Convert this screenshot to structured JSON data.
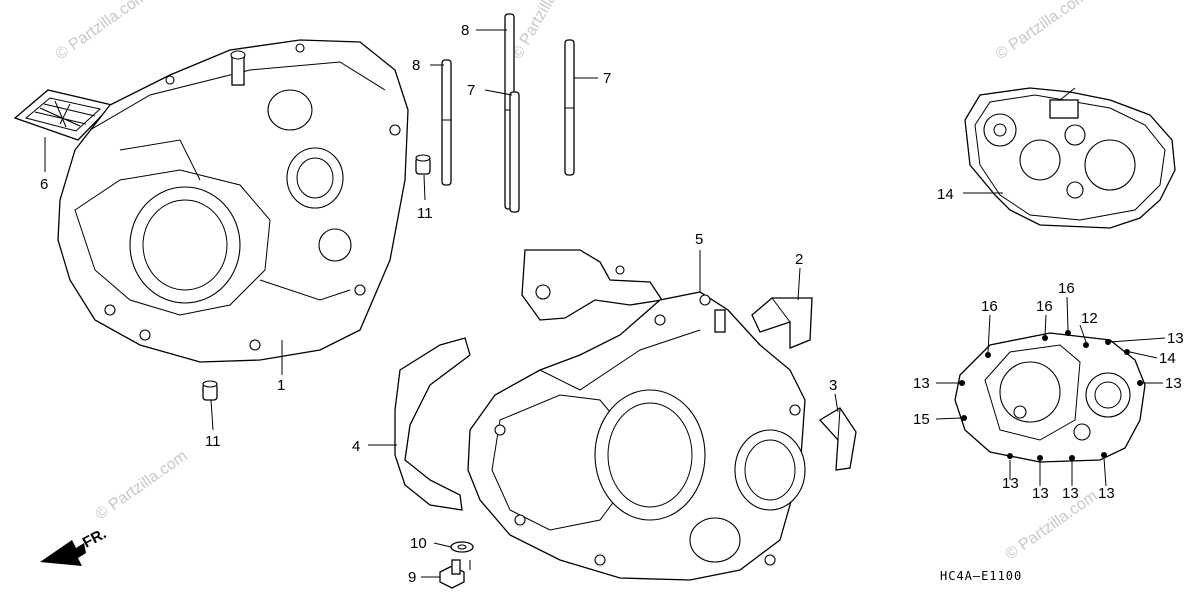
{
  "diagram": {
    "part_code": "HC4A–E1100",
    "direction_label": "FR.",
    "watermark_text": "© Partzilla.com",
    "callouts": [
      {
        "id": "c1",
        "text": "1"
      },
      {
        "id": "c2",
        "text": "2"
      },
      {
        "id": "c3",
        "text": "3"
      },
      {
        "id": "c4",
        "text": "4"
      },
      {
        "id": "c5",
        "text": "5"
      },
      {
        "id": "c6",
        "text": "6"
      },
      {
        "id": "c7a",
        "text": "7"
      },
      {
        "id": "c7b",
        "text": "7"
      },
      {
        "id": "c8a",
        "text": "8"
      },
      {
        "id": "c8b",
        "text": "8"
      },
      {
        "id": "c9",
        "text": "9"
      },
      {
        "id": "c10",
        "text": "10"
      },
      {
        "id": "c11a",
        "text": "11"
      },
      {
        "id": "c11b",
        "text": "11"
      },
      {
        "id": "c12",
        "text": "12"
      },
      {
        "id": "c13a",
        "text": "13"
      },
      {
        "id": "c13b",
        "text": "13"
      },
      {
        "id": "c13c",
        "text": "13"
      },
      {
        "id": "c13d",
        "text": "13"
      },
      {
        "id": "c13e",
        "text": "13"
      },
      {
        "id": "c13f",
        "text": "13"
      },
      {
        "id": "c13g",
        "text": "13"
      },
      {
        "id": "c14a",
        "text": "14"
      },
      {
        "id": "c14b",
        "text": "14"
      },
      {
        "id": "c15",
        "text": "15"
      },
      {
        "id": "c16a",
        "text": "16"
      },
      {
        "id": "c16b",
        "text": "16"
      },
      {
        "id": "c16c",
        "text": "16"
      }
    ]
  }
}
